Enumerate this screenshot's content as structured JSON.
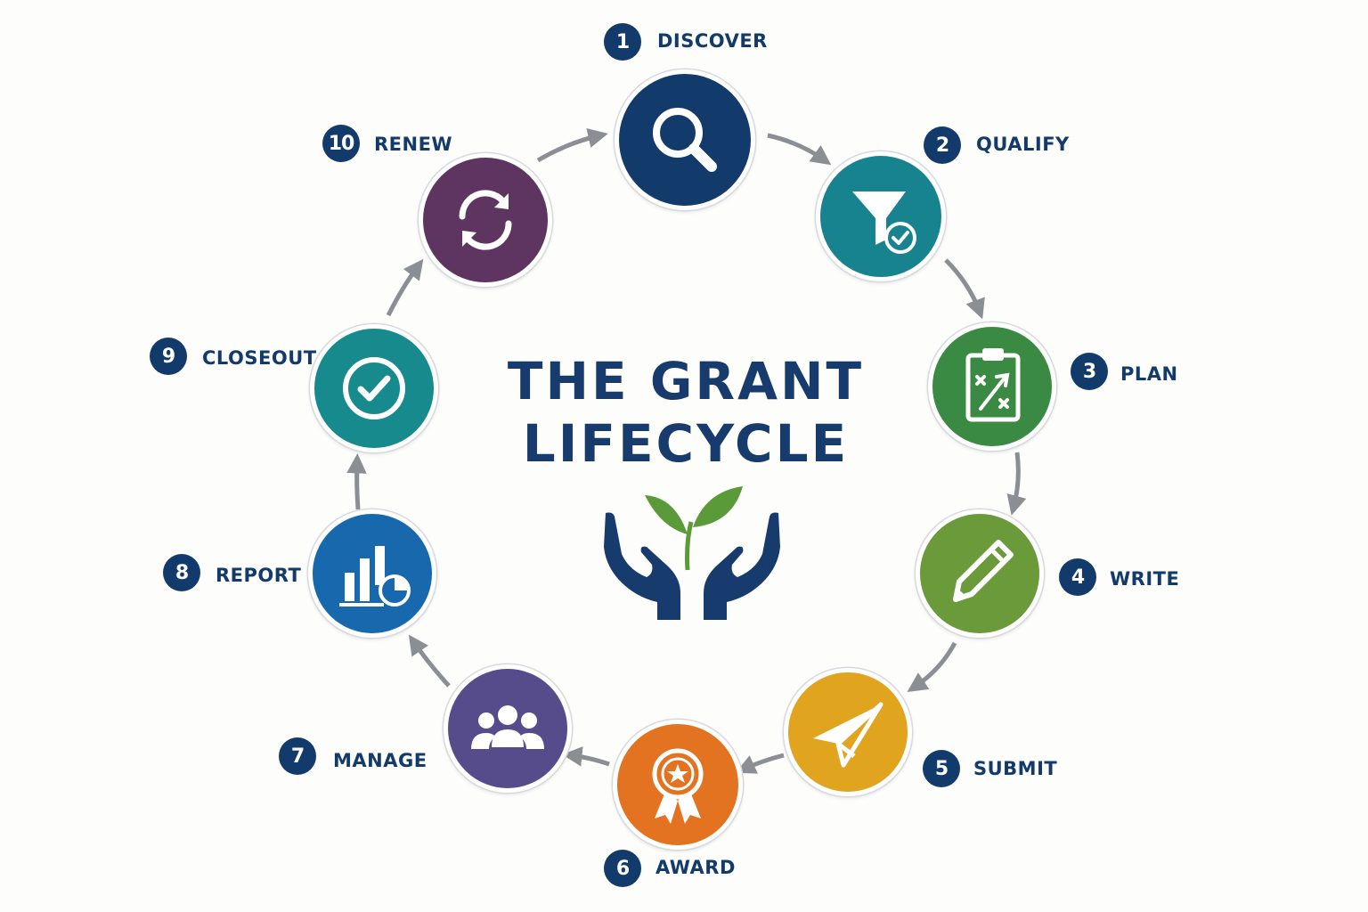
{
  "title": {
    "line1": "THE GRANT",
    "line2": "LIFECYCLE"
  },
  "colors": {
    "navy": "#123a6b",
    "arrow": "#8b8f94",
    "leaf": "#5a9a38",
    "discover": "#123a6b",
    "qualify": "#17838f",
    "plan": "#3a8a43",
    "write": "#6b9a3a",
    "submit": "#e0a41f",
    "award": "#e37320",
    "manage": "#564c8c",
    "report": "#1868ad",
    "closeout": "#168a8c",
    "renew": "#5e3560"
  },
  "steps": [
    {
      "number": "1",
      "label": "DISCOVER",
      "icon": "magnifier-icon"
    },
    {
      "number": "2",
      "label": "QUALIFY",
      "icon": "funnel-check-icon"
    },
    {
      "number": "3",
      "label": "PLAN",
      "icon": "clipboard-strategy-icon"
    },
    {
      "number": "4",
      "label": "WRITE",
      "icon": "pencil-icon"
    },
    {
      "number": "5",
      "label": "SUBMIT",
      "icon": "paper-plane-icon"
    },
    {
      "number": "6",
      "label": "AWARD",
      "icon": "award-ribbon-icon"
    },
    {
      "number": "7",
      "label": "MANAGE",
      "icon": "team-icon"
    },
    {
      "number": "8",
      "label": "REPORT",
      "icon": "bar-pie-chart-icon"
    },
    {
      "number": "9",
      "label": "CLOSEOUT",
      "icon": "check-circle-icon"
    },
    {
      "number": "10",
      "label": "RENEW",
      "icon": "refresh-icon"
    }
  ],
  "emblem": {
    "icon": "hands-seedling-icon"
  }
}
